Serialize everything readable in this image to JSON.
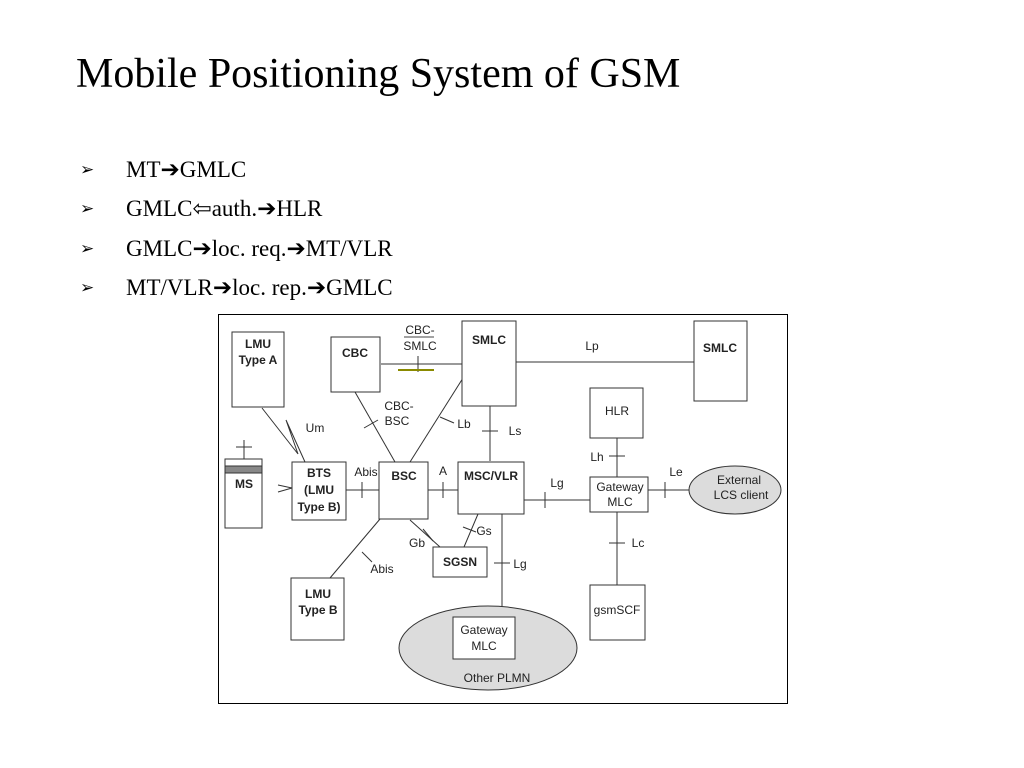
{
  "slide": {
    "title": "Mobile Positioning System of GSM"
  },
  "bullets": [
    {
      "icon": "arrowhead-bullet-icon",
      "text": "MT➔GMLC"
    },
    {
      "icon": "arrowhead-bullet-icon",
      "text": "GMLC⇦auth.➔HLR"
    },
    {
      "icon": "arrowhead-bullet-icon",
      "text": "GMLC➔loc. req.➔MT/VLR"
    },
    {
      "icon": "arrowhead-bullet-icon",
      "text": "MT/VLR➔loc. rep.➔GMLC"
    }
  ],
  "diagram": {
    "nodes": {
      "lmu_a": {
        "line1": "LMU",
        "line2": "Type A"
      },
      "cbc": {
        "label": "CBC"
      },
      "smlc_main": {
        "label": "SMLC"
      },
      "smlc_remote": {
        "label": "SMLC"
      },
      "hlr": {
        "label": "HLR"
      },
      "ms": {
        "label": "MS"
      },
      "bts": {
        "line1": "BTS",
        "line2": "(LMU",
        "line3": "Type B)"
      },
      "bsc": {
        "label": "BSC"
      },
      "msc_vlr": {
        "label": "MSC/VLR"
      },
      "gw_mlc": {
        "line1": "Gateway",
        "line2": "MLC"
      },
      "external_lcs": {
        "line1": "External",
        "line2": "LCS client"
      },
      "sgsn": {
        "label": "SGSN"
      },
      "lmu_b": {
        "line1": "LMU",
        "line2": "Type B"
      },
      "gsmscf": {
        "label": "gsmSCF"
      },
      "other_plmn": {
        "label": "Other PLMN"
      },
      "other_gw_mlc": {
        "line1": "Gateway",
        "line2": "MLC"
      }
    },
    "interfaces": {
      "cbc_smlc": {
        "line1": "CBC-",
        "line2": "SMLC"
      },
      "lp": "Lp",
      "um": "Um",
      "cbc_bsc": {
        "line1": "CBC-",
        "line2": "BSC"
      },
      "lb": "Lb",
      "ls": "Ls",
      "lh": "Lh",
      "le": "Le",
      "abis_top": "Abis",
      "a": "A",
      "lg_right": "Lg",
      "gb": "Gb",
      "gs": "Gs",
      "abis_bottom": "Abis",
      "lg_bottom": "Lg",
      "lc": "Lc"
    }
  }
}
